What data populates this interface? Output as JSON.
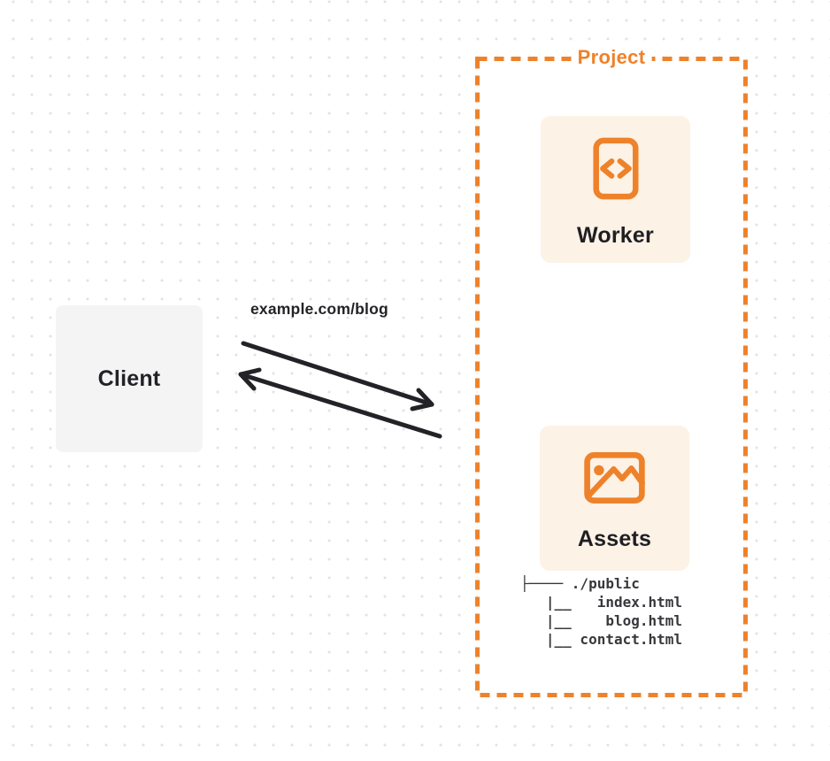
{
  "colors": {
    "accent": "#EE822B",
    "card_bg": "#FCF2E6",
    "client_bg": "#F4F4F5",
    "ink": "#232327",
    "dot": "#E3E3E5",
    "tree_ink": "#38383C"
  },
  "client": {
    "label": "Client"
  },
  "request": {
    "label": "example.com/blog"
  },
  "arrows": {
    "request_arrow": "right-down-arrow",
    "response_arrow": "left-up-arrow"
  },
  "project": {
    "label": "Project",
    "worker": {
      "label": "Worker",
      "icon": "code-document-icon"
    },
    "assets": {
      "label": "Assets",
      "icon": "image-icon",
      "tree_text": "├──── ./public\n   |__   index.html\n   |__    blog.html\n   |__ contact.html"
    }
  }
}
